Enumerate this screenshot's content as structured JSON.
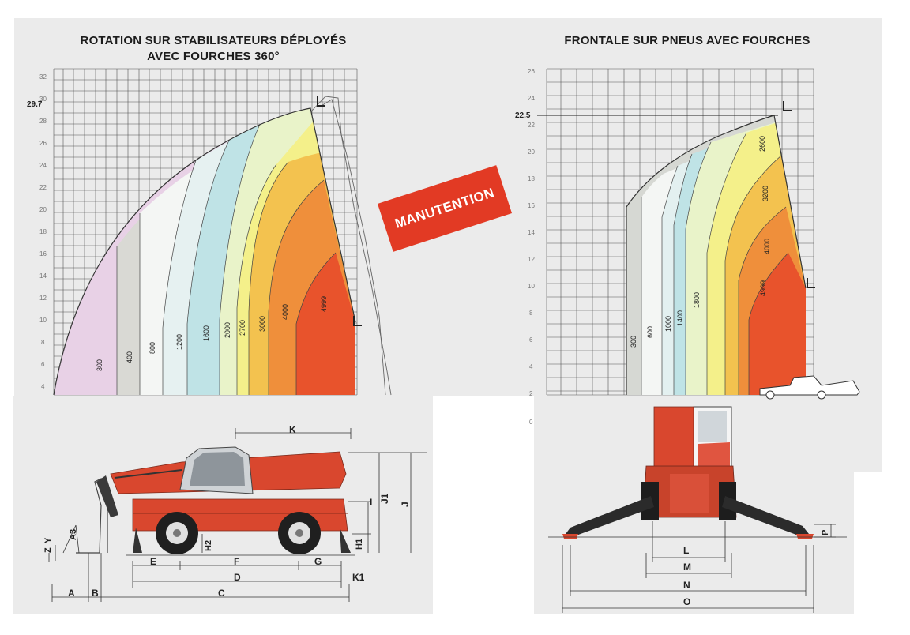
{
  "charts": {
    "left": {
      "title_line1": "ROTATION SUR STABILISATEURS DÉPLOYÉS",
      "title_line2": "AVEC FOURCHES 360°",
      "max_height_label": "29.7",
      "y_ticks": [
        "4",
        "6",
        "8",
        "10",
        "12",
        "14",
        "16",
        "18",
        "20",
        "22",
        "24",
        "26",
        "28",
        "30",
        "32"
      ],
      "zone_labels": [
        "300",
        "400",
        "800",
        "1200",
        "1600",
        "2000",
        "2700",
        "3000",
        "4000",
        "4999"
      ],
      "zone_colors": [
        "#e8d1e6",
        "#d9d9d4",
        "#f4f6f4",
        "#e6f1f1",
        "#bfe3e6",
        "#e9f3c9",
        "#f4f08a",
        "#f3c24f",
        "#ef8f3b",
        "#e8532c"
      ]
    },
    "right": {
      "title": "FRONTALE SUR PNEUS AVEC FOURCHES",
      "max_height_label": "22.5",
      "y_ticks": [
        "0",
        "2",
        "4",
        "6",
        "8",
        "10",
        "12",
        "14",
        "16",
        "18",
        "20",
        "22",
        "24",
        "26"
      ],
      "zone_labels": [
        "300",
        "600",
        "1000",
        "1400",
        "1800",
        "2600",
        "3200",
        "4000",
        "4999"
      ],
      "zone_colors": [
        "#d6d8d3",
        "#f4f6f4",
        "#e3f0f0",
        "#bfe3e6",
        "#e9f3c9",
        "#f4f08a",
        "#f3c24f",
        "#ef8f3b",
        "#e8532c"
      ]
    }
  },
  "badge": {
    "label": "MANUTENTION"
  },
  "side_view": {
    "labels": [
      "K",
      "I",
      "J1",
      "J",
      "H1",
      "H2",
      "A3",
      "Z",
      "Y",
      "E",
      "F",
      "G",
      "D",
      "K1",
      "C",
      "A",
      "B"
    ]
  },
  "front_view": {
    "labels": [
      "P",
      "L",
      "M",
      "N",
      "O"
    ]
  }
}
